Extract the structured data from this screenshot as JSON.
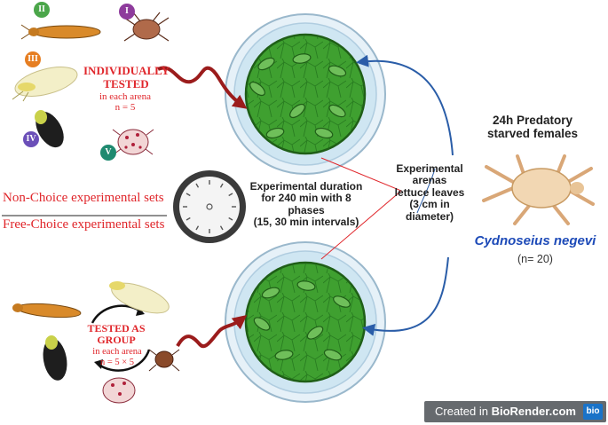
{
  "species": {
    "badges": [
      "I",
      "II",
      "III",
      "IV",
      "V"
    ],
    "colors": {
      "I": "#8e3b9c",
      "II": "#4ba64a",
      "III": "#e67e22",
      "IV": "#6b4fb8",
      "V": "#1f8a70"
    }
  },
  "individual": {
    "title": "INDIVIDUALLY TESTED",
    "line1": "INDIVIDUALLY",
    "line2": "TESTED",
    "sub": "in each arena",
    "n": "n = 5"
  },
  "sets": {
    "non_choice": "Non-Choice experimental sets",
    "free_choice": "Free-Choice experimental sets"
  },
  "group": {
    "line1": "TESTED AS",
    "line2": "GROUP",
    "sub": "in each arena",
    "n": "n = 5 × 5"
  },
  "duration": {
    "line1": "Experimental duration",
    "line2": "for 240 min with 8",
    "line3": "phases",
    "line4": "(15, 30 min intervals)"
  },
  "arenas": {
    "line1": "Experimental",
    "line2": "arenas",
    "line3": "lettuce leaves",
    "line4": "(3 cm in",
    "line5": "diameter)"
  },
  "predator": {
    "line1": "24h Predatory",
    "line2": "starved females",
    "species": "Cydnoseius negevi",
    "n": "(n= 20)"
  },
  "footer": {
    "prefix": "Created in ",
    "brand": "BioRender.com",
    "logo": "bio"
  },
  "colors": {
    "arrow_red": "#9b1c1c",
    "arrow_blue": "#2a5da8",
    "leaf_green": "#3fa030",
    "dish_blue": "#cfe6f2",
    "accent_red": "#e0262b",
    "species_blue": "#1e4bb8"
  }
}
